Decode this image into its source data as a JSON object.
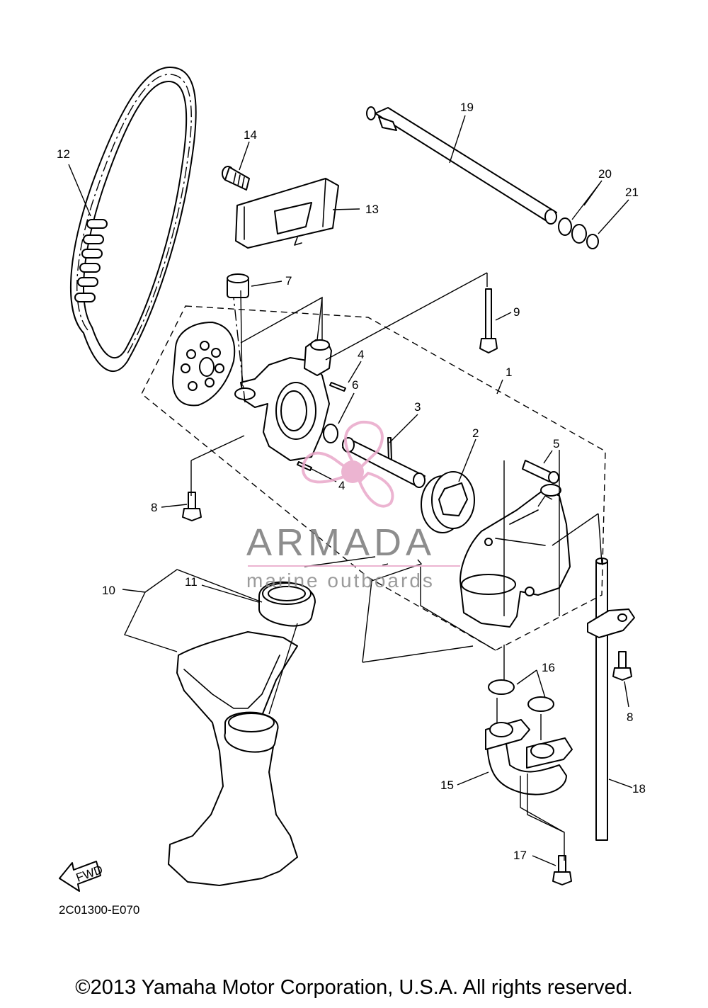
{
  "callouts": {
    "c1": "1",
    "c2": "2",
    "c3": "3",
    "c4a": "4",
    "c4b": "4",
    "c5": "5",
    "c6": "6",
    "c7": "7",
    "c8a": "8",
    "c8b": "8",
    "c9": "9",
    "c10": "10",
    "c11": "11",
    "c12": "12",
    "c13": "13",
    "c14": "14",
    "c15": "15",
    "c16": "16",
    "c17": "17",
    "c18": "18",
    "c19": "19",
    "c20": "20",
    "c21": "21"
  },
  "fwd_label": "FWD",
  "diagram_code": "2C01300-E070",
  "watermark": {
    "brand": "ARMADA",
    "tagline": "marine outboards",
    "accent_color": "#e9a7c9",
    "text_color": "#7a7a7a"
  },
  "copyright": "©2013 Yamaha Motor Corporation, U.S.A. All rights reserved."
}
